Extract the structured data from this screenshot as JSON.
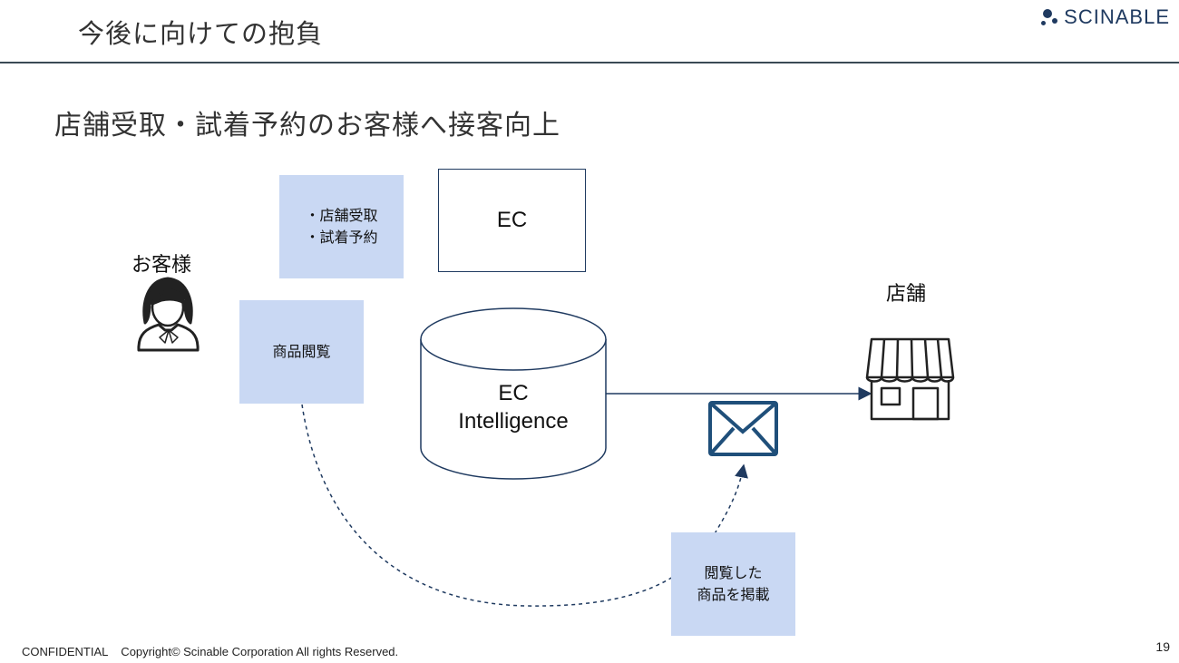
{
  "header": {
    "title": "今後に向けての抱負"
  },
  "brand": {
    "name": "SCINABLE",
    "color": "#1f3a60"
  },
  "subtitle": "店舗受取・試着予約のお客様へ接客向上",
  "diagram": {
    "customer_label": "お客様",
    "store_label": "店舗",
    "reserve_box": "・店舗受取\n・試着予約",
    "browse_box": "商品閲覧",
    "ec_box": "EC",
    "cylinder_line1": "EC",
    "cylinder_line2": "Intelligence",
    "mail_box": "閲覧した\n商品を掲載",
    "box_fill": "#c9d8f3",
    "line_color": "#1f3a60"
  },
  "footer": {
    "confidential": "CONFIDENTIAL    Copyright© Scinable Corporation All rights Reserved.",
    "page_number": "19"
  }
}
